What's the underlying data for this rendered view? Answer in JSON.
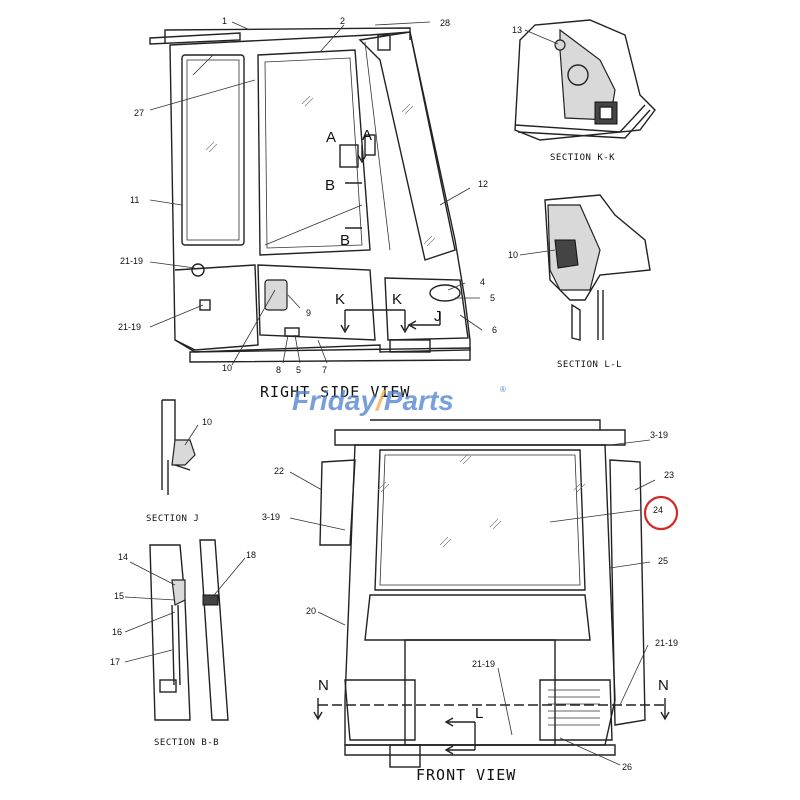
{
  "views": {
    "right_side": "RIGHT SIDE VIEW",
    "front": "FRONT VIEW"
  },
  "sections": {
    "kk": "SECTION K-K",
    "ll": "SECTION L-L",
    "j": "SECTION J",
    "bb": "SECTION B-B"
  },
  "letters": {
    "a1": "A",
    "a2": "A",
    "b1": "B",
    "b2": "B",
    "k1": "K",
    "k2": "K",
    "j": "J",
    "n1": "N",
    "n2": "N",
    "l": "L"
  },
  "callouts": {
    "c1": "1",
    "c2": "2",
    "c28": "28",
    "c27": "27",
    "c11": "11",
    "c12": "12",
    "c21_19a": "21-19",
    "c21_19b": "21-19",
    "c4": "4",
    "c5a": "5",
    "c6": "6",
    "c9": "9",
    "c10a": "10",
    "c8": "8",
    "c5b": "5",
    "c7": "7",
    "c13": "13",
    "c10b": "10",
    "c10c": "10",
    "c14": "14",
    "c15": "15",
    "c16": "16",
    "c17": "17",
    "c18": "18",
    "c22": "22",
    "c3_19a": "3-19",
    "c3_19b": "3-19",
    "c23": "23",
    "c24": "24",
    "c25": "25",
    "c20": "20",
    "c21_19c": "21-19",
    "c21_19d": "21-19",
    "c26": "26"
  },
  "highlight": {
    "color": "#d62828"
  },
  "watermark": {
    "part1": "Friday",
    "part2": "Parts",
    "mark": "®"
  }
}
